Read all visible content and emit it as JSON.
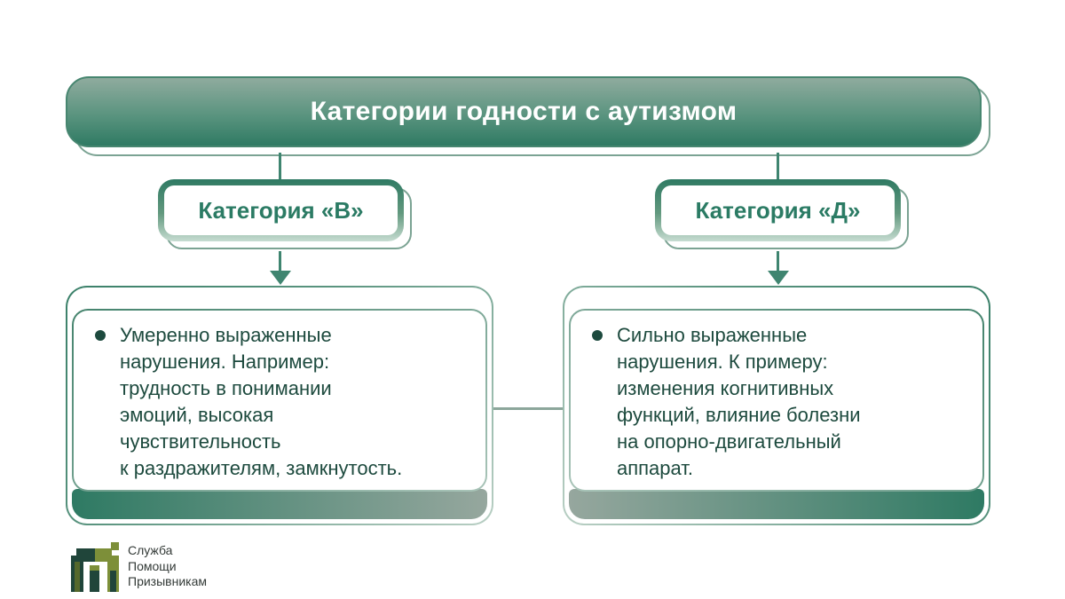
{
  "banner": {
    "title": "Категории годности с аутизмом"
  },
  "categories": [
    {
      "label": "Категория «В»",
      "description": "Умеренно выраженные\nнарушения. Например:\nтрудность в понимании\nэмоций, высокая\nчувствительность\nк раздражителям, замкнутость."
    },
    {
      "label": "Категория «Д»",
      "description": "Сильно выраженные\nнарушения. К примеру:\nизменения когнитивных\nфункций, влияние болезни\nна опорно-двигательный\nаппарат."
    }
  ],
  "logo": {
    "text": "Служба\nПомощи\nПризывникам"
  },
  "icons": {
    "bullet": "filled-circle",
    "arrow": "triangle-down-arrow",
    "logo_emblem": "stylized-letter-P-building"
  },
  "colors": {
    "banner_gradient_top": "#8fab9e",
    "banner_gradient_bottom": "#2f7a63",
    "accent_green": "#2f7a63",
    "line_green": "#3f8570",
    "gray_green": "#96a79e",
    "shadow_outline": "#7ba393",
    "category_text": "#2b7b64",
    "body_text": "#1d4a3e",
    "logo_olive": "#7d8f39",
    "logo_dark_green": "#20453a",
    "logo_text_color": "#333a37"
  }
}
